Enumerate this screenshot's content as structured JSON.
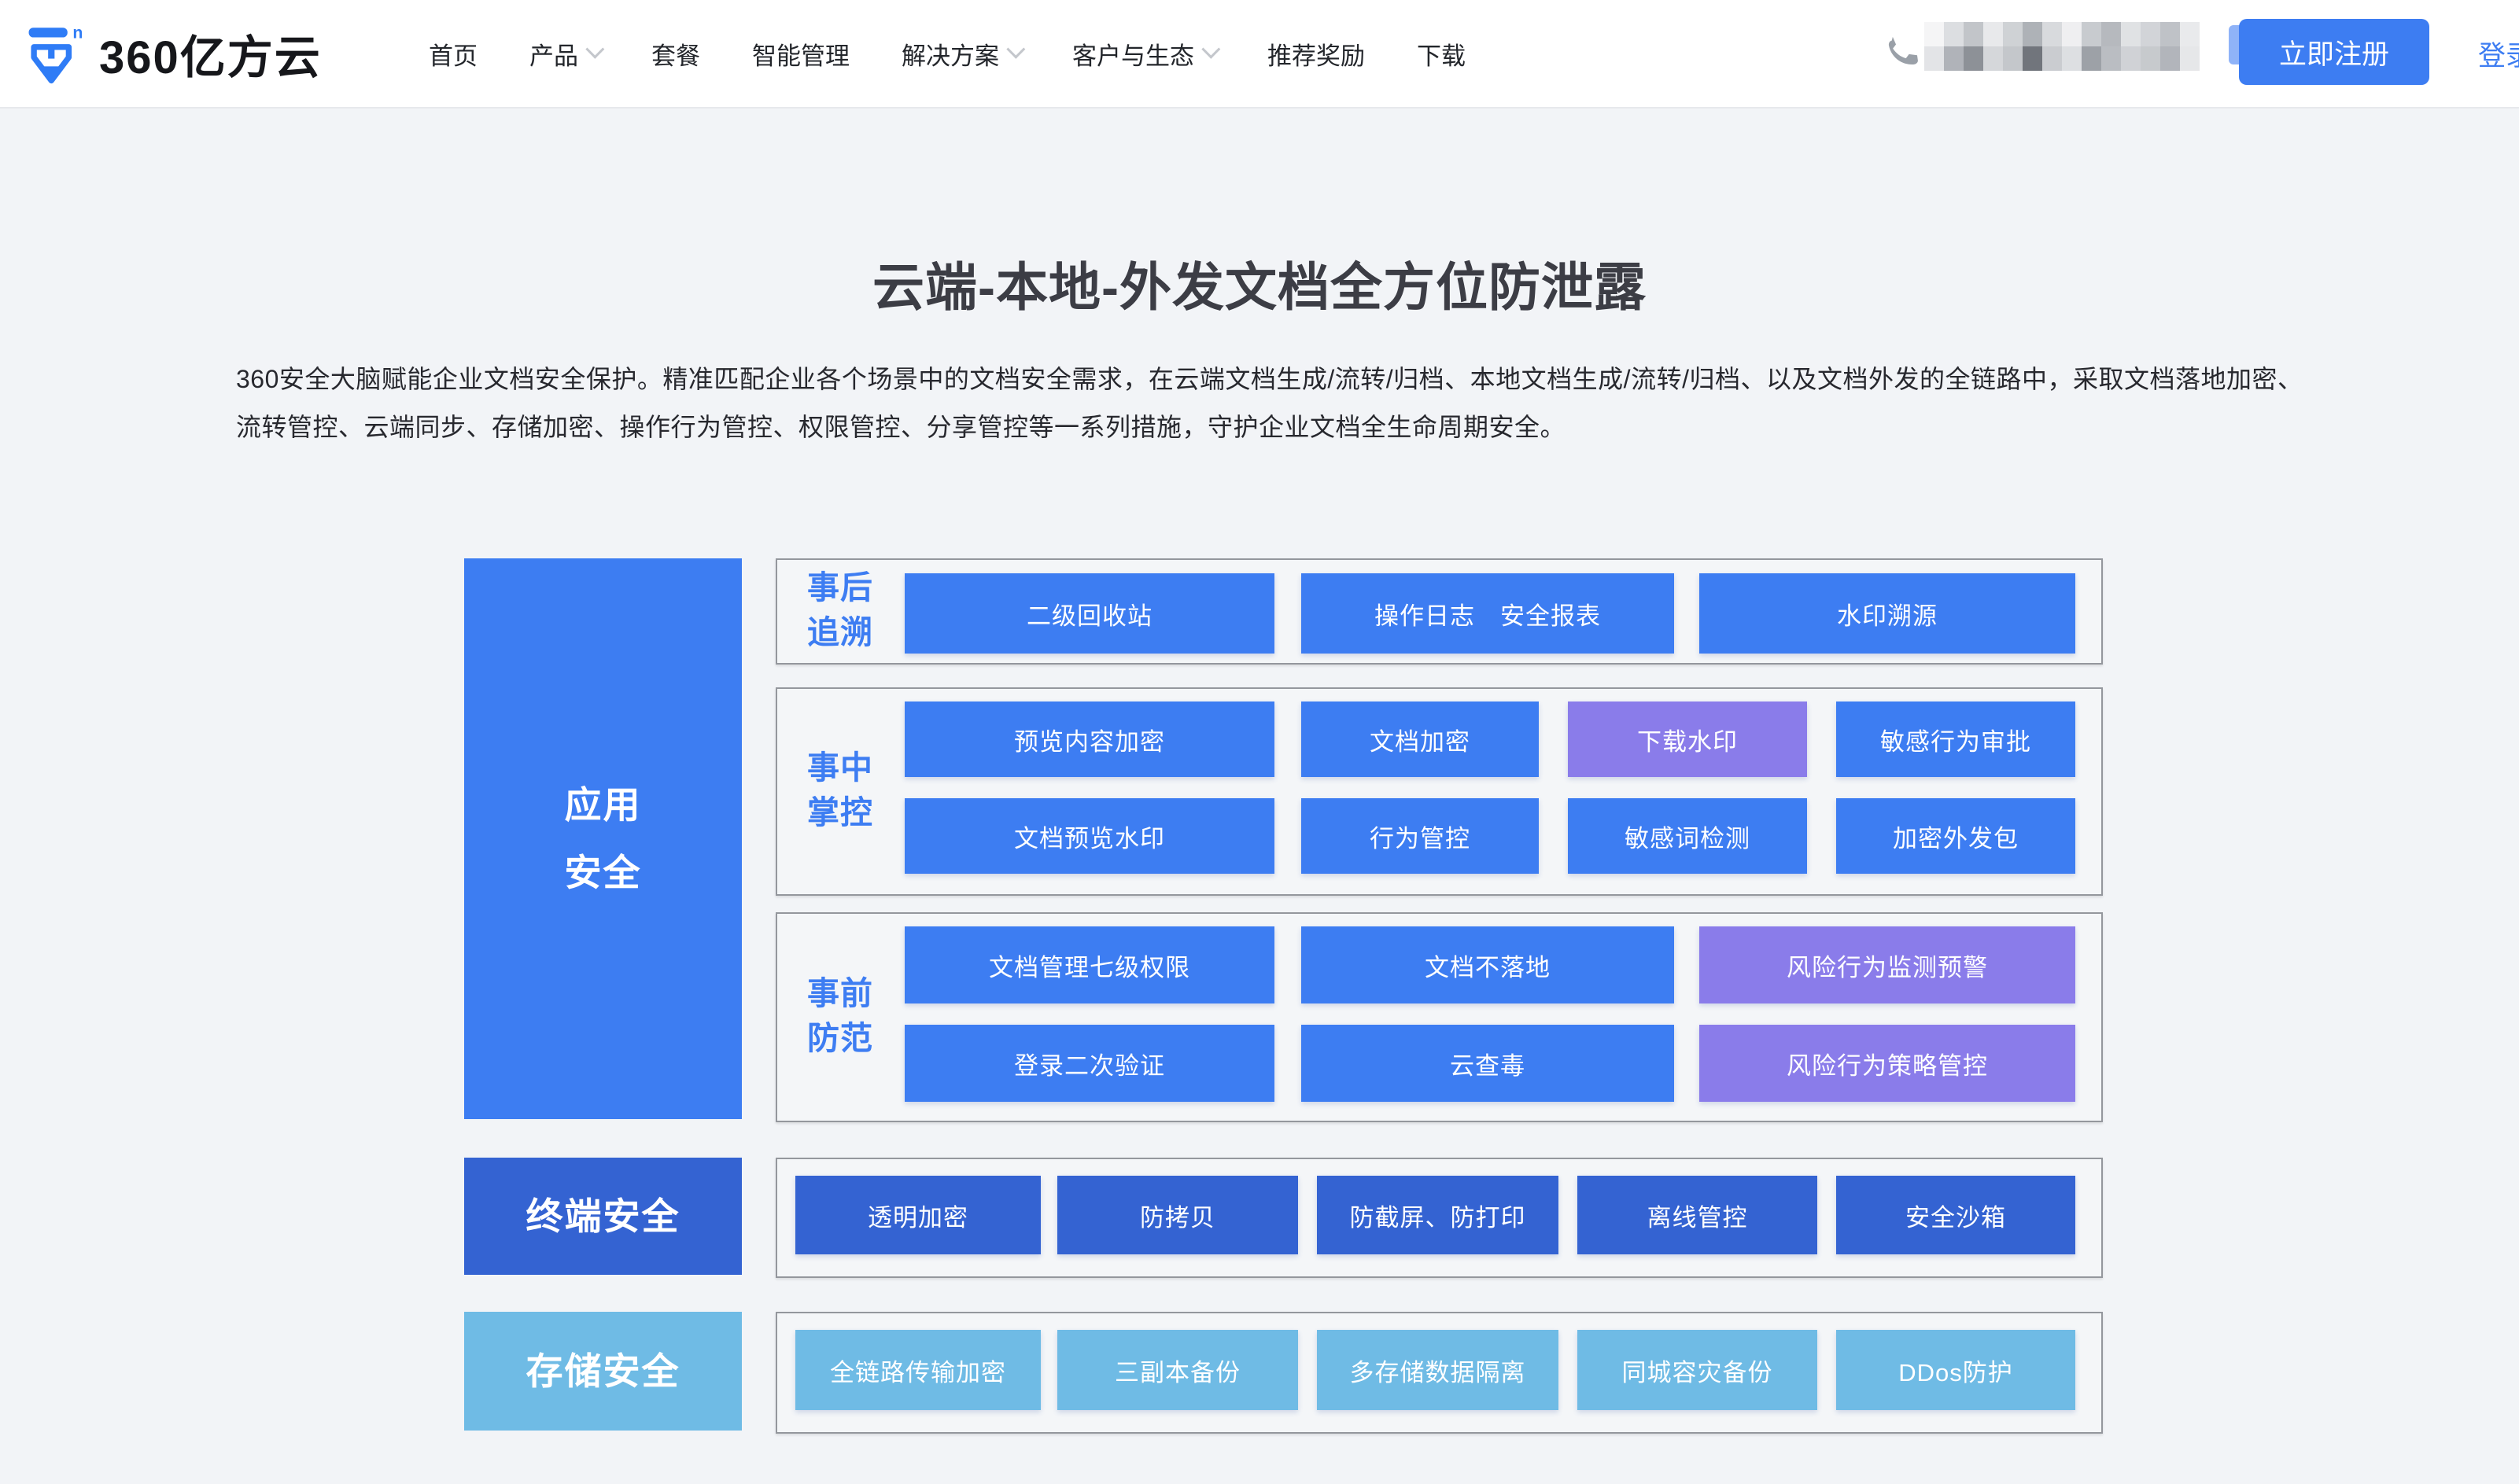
{
  "header": {
    "logo_text": "360亿方云",
    "logo_sup": "n",
    "nav": [
      {
        "label": "首页",
        "dropdown": false
      },
      {
        "label": "产品",
        "dropdown": true
      },
      {
        "label": "套餐",
        "dropdown": false
      },
      {
        "label": "智能管理",
        "dropdown": false
      },
      {
        "label": "解决方案",
        "dropdown": true
      },
      {
        "label": "客户与生态",
        "dropdown": true
      },
      {
        "label": "推荐奖励",
        "dropdown": false
      },
      {
        "label": "下载",
        "dropdown": false
      }
    ],
    "register_label": "立即注册",
    "login_label": "登录"
  },
  "hero": {
    "title": "云端-本地-外发文档全方位防泄露",
    "description": "360安全大脑赋能企业文档安全保护。精准匹配企业各个场景中的文档安全需求，在云端文档生成/流转/归档、本地文档生成/流转/归档、以及文档外发的全链路中，采取文档落地加密、流转管控、云端同步、存储加密、操作行为管控、权限管控、分享管控等一系列措施，守护企业文档全生命周期安全。"
  },
  "palette": {
    "primary_blue": "#3D7DF2",
    "purple": "#8A7CEA",
    "dark_blue": "#3463D2",
    "light_blue": "#6FBBE5",
    "label_blue": "#3D7DF2",
    "page_bg": "#F2F4F7",
    "title_color": "#3C3D45"
  },
  "diagram": {
    "left_blocks": [
      {
        "lines": [
          "应用",
          "安全"
        ]
      },
      {
        "label": "终端安全"
      },
      {
        "label": "存储安全"
      }
    ],
    "groups": [
      {
        "label_lines": [
          "事后",
          "追溯"
        ],
        "rows": [
          [
            "二级回收站",
            "操作日志　安全报表",
            "水印溯源"
          ]
        ]
      },
      {
        "label_lines": [
          "事中",
          "掌控"
        ],
        "rows": [
          [
            "预览内容加密",
            "文档加密",
            "下载水印",
            "敏感行为审批"
          ],
          [
            "文档预览水印",
            "行为管控",
            "敏感词检测",
            "加密外发包"
          ]
        ]
      },
      {
        "label_lines": [
          "事前",
          "防范"
        ],
        "rows": [
          [
            "文档管理七级权限",
            "文档不落地",
            "风险行为监测预警"
          ],
          [
            "登录二次验证",
            "云查毒",
            "风险行为策略管控"
          ]
        ]
      },
      {
        "rows": [
          [
            "透明加密",
            "防拷贝",
            "防截屏、防打印",
            "离线管控",
            "安全沙箱"
          ]
        ]
      },
      {
        "rows": [
          [
            "全链路传输加密",
            "三副本备份",
            "多存储数据隔离",
            "同城容灾备份",
            "DDos防护"
          ]
        ]
      }
    ]
  }
}
